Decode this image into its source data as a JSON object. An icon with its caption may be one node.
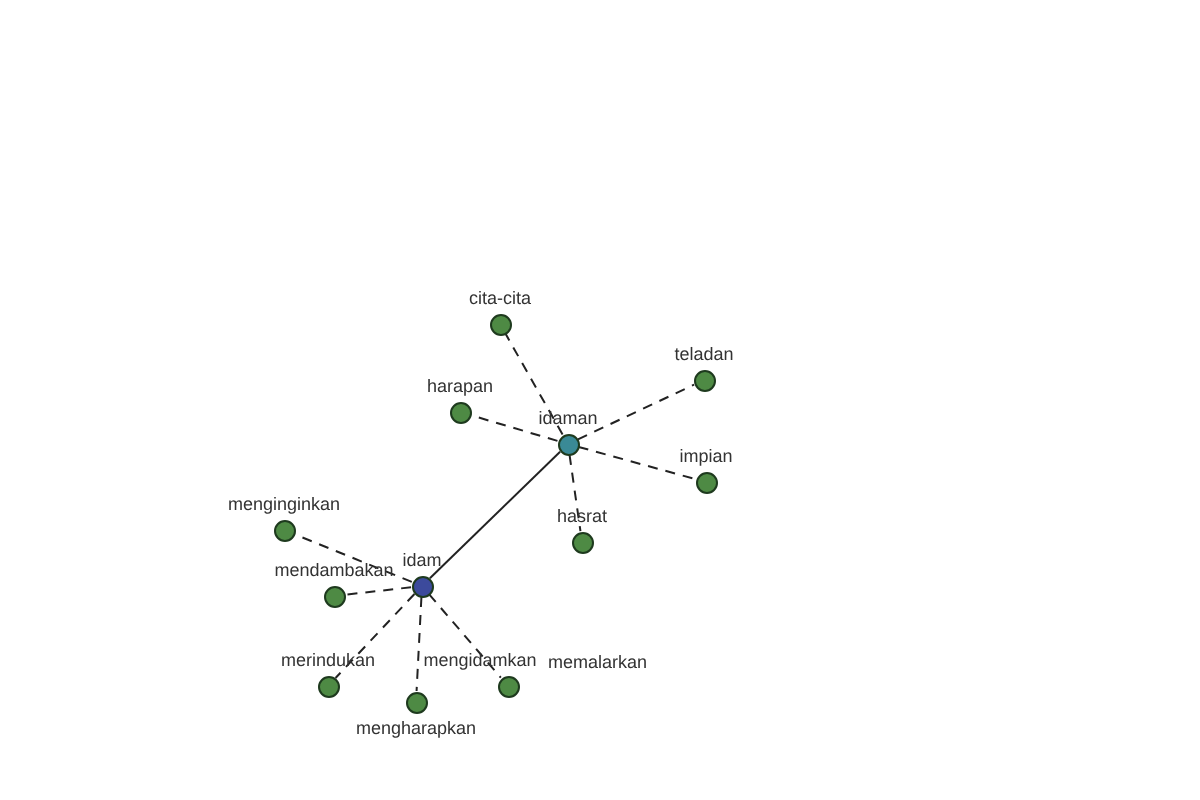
{
  "diagram": {
    "nodes": [
      {
        "text": [
          "idam"
        ]
      },
      {
        "text": [
          "idaman"
        ]
      },
      {
        "text": [
          "cita-cita"
        ]
      },
      {
        "text": [
          "harapan"
        ]
      },
      {
        "text": [
          "teladan"
        ]
      },
      {
        "text": [
          "impian"
        ]
      },
      {
        "text": [
          "hasrat"
        ]
      },
      {
        "text": [
          "menginginkan"
        ]
      },
      {
        "text": [
          "mendambakan"
        ]
      },
      {
        "text": [
          "merindukan"
        ]
      },
      {
        "text": [
          "mengharapkan"
        ]
      },
      {
        "text": [
          "mengidamkan"
        ]
      }
    ],
    "edges": [
      {
        "from": 0,
        "to": 1,
        "arrow": "none"
      },
      {
        "from": 1,
        "to": 2,
        "arrow": "none",
        "style": "dashed"
      },
      {
        "from": 1,
        "to": 3,
        "arrow": "none",
        "style": "dashed"
      },
      {
        "from": 1,
        "to": 4,
        "arrow": "none",
        "style": "dashed"
      },
      {
        "from": 1,
        "to": 5,
        "arrow": "none",
        "style": "dashed"
      },
      {
        "from": 1,
        "to": 6,
        "arrow": "none",
        "style": "dashed"
      },
      {
        "from": 0,
        "to": 7,
        "arrow": "none",
        "style": "dashed"
      },
      {
        "from": 0,
        "to": 8,
        "arrow": "none",
        "style": "dashed"
      },
      {
        "from": 0,
        "to": 9,
        "arrow": "none",
        "style": "dashed"
      },
      {
        "from": 0,
        "to": 10,
        "arrow": "none",
        "style": "dashed"
      },
      {
        "from": 0,
        "to": 11,
        "arrow": "none",
        "style": "dashed"
      }
    ],
    "labels": [
      "memalarkan"
    ]
  }
}
